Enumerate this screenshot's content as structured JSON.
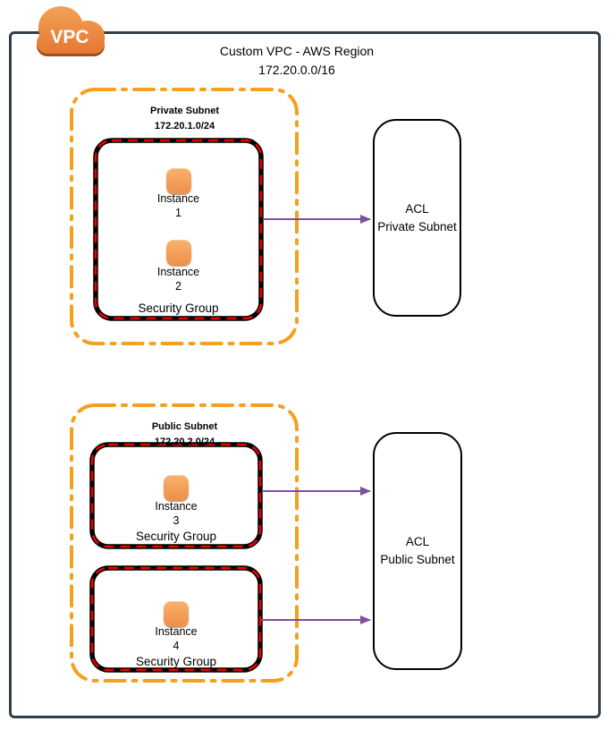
{
  "colors": {
    "outer-border": "#333E48",
    "subnet-border": "#F5A01E",
    "sg-border-black": "#000000",
    "sg-border-red": "#EE0000",
    "instance-light": "#F8B170",
    "instance-dark": "#EF9046",
    "arrow-purple": "#7D4FA0",
    "cloud-top": "#F3A55C",
    "cloud-bottom": "#E5752E",
    "cloud-shadow": "#9C4D1E"
  },
  "vpc_cloud": {
    "label": "VPC"
  },
  "header": {
    "title": "Custom VPC - AWS Region",
    "cidr": "172.20.0.0/16"
  },
  "private_subnet": {
    "label": "Private Subnet",
    "cidr": "172.20.1.0/24",
    "security_group": {
      "label": "Security Group",
      "instances": [
        {
          "label": "Instance",
          "number": "1"
        },
        {
          "label": "Instance",
          "number": "2"
        }
      ]
    },
    "acl": {
      "line1": "ACL",
      "line2": "Private Subnet"
    }
  },
  "public_subnet": {
    "label": "Public Subnet",
    "cidr": "172.20.2.0/24",
    "security_groups": [
      {
        "label": "Security Group",
        "instance": {
          "label": "Instance",
          "number": "3"
        }
      },
      {
        "label": "Security Group",
        "instance": {
          "label": "Instance",
          "number": "4"
        }
      }
    ],
    "acl": {
      "line1": "ACL",
      "line2": "Public Subnet"
    }
  }
}
